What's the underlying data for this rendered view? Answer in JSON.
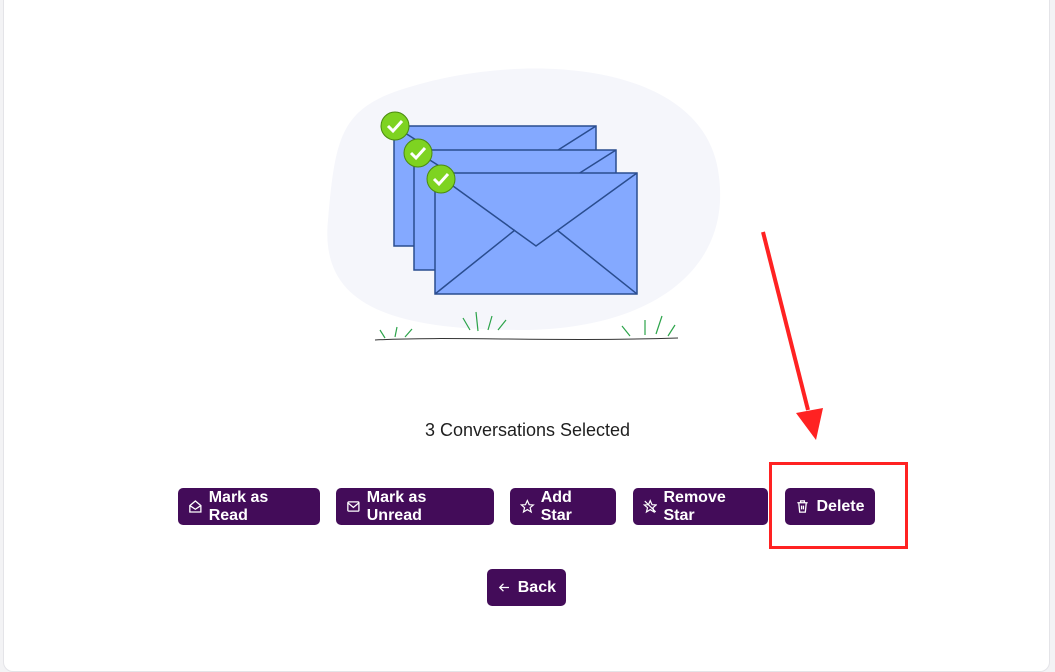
{
  "selection": {
    "title": "3 Conversations Selected"
  },
  "actions": [
    {
      "label": "Mark as Read",
      "icon": "envelope-open-icon"
    },
    {
      "label": "Mark as Unread",
      "icon": "envelope-icon"
    },
    {
      "label": "Add Star",
      "icon": "star-icon"
    },
    {
      "label": "Remove Star",
      "icon": "star-off-icon"
    },
    {
      "label": "Delete",
      "icon": "trash-icon"
    }
  ],
  "back": {
    "label": "Back",
    "icon": "arrow-left-icon"
  },
  "colors": {
    "button": "#430c59",
    "annotation": "#ff2222",
    "envelope": "#84a9ff",
    "check": "#7ed321"
  }
}
